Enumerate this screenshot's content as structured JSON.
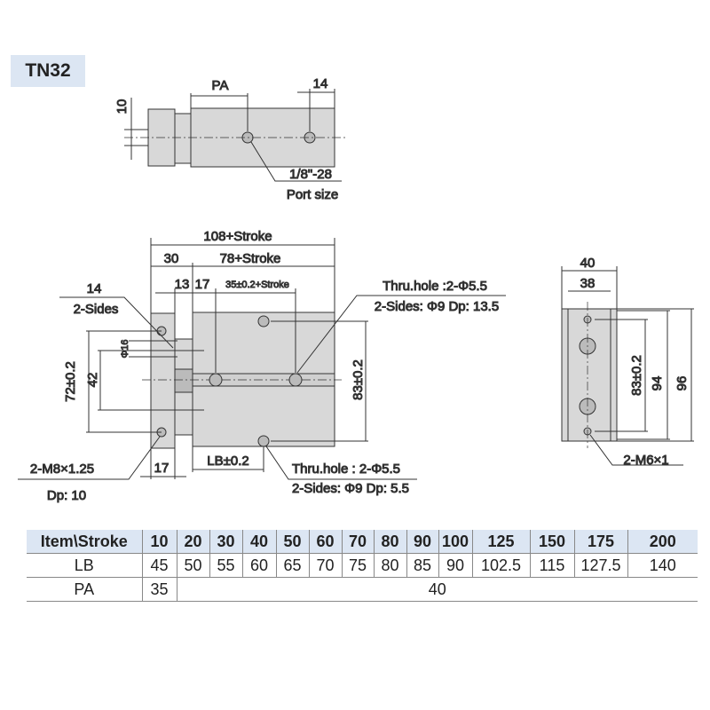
{
  "model": "TN32",
  "top_view": {
    "pa": "PA",
    "dim_14": "14",
    "dim_10": "10",
    "port_thread": "1/8\"-28",
    "port_label": "Port size"
  },
  "front_view": {
    "overall": "108+Stroke",
    "dim_30": "30",
    "body_len": "78+Stroke",
    "dim_13": "13",
    "dim_17_top": "17",
    "hole_pitch": "35±0.2+Stroke",
    "dim_14": "14",
    "two_sides": "2-Sides",
    "thru_top_1": "Thru.hole :2-Φ5.5",
    "thru_top_2": "2-Sides: Φ9 Dp: 13.5",
    "phi16": "Φ16",
    "dim_42": "42",
    "dim_72": "72±0.2",
    "dim_83": "83±0.2",
    "dim_17_bottom": "17",
    "lb": "LB±0.2",
    "thru_bot_1": "Thru.hole : 2-Φ5.5",
    "thru_bot_2": "2-Sides: Φ9 Dp: 5.5",
    "m8": "2-M8×1.25",
    "m8_depth": "Dp: 10"
  },
  "side_view": {
    "dim_40": "40",
    "dim_38": "38",
    "dim_83": "83±0.2",
    "dim_94": "94",
    "dim_96": "96",
    "m6": "2-M6×1"
  },
  "table": {
    "header": [
      "Item\\Stroke",
      "10",
      "20",
      "30",
      "40",
      "50",
      "60",
      "70",
      "80",
      "90",
      "100",
      "125",
      "150",
      "175",
      "200"
    ],
    "lb_row": [
      "LB",
      "45",
      "50",
      "55",
      "60",
      "65",
      "70",
      "75",
      "80",
      "85",
      "90",
      "102.5",
      "115",
      "127.5",
      "140"
    ],
    "pa_row": {
      "label": "PA",
      "first": "35",
      "rest": "40"
    }
  }
}
